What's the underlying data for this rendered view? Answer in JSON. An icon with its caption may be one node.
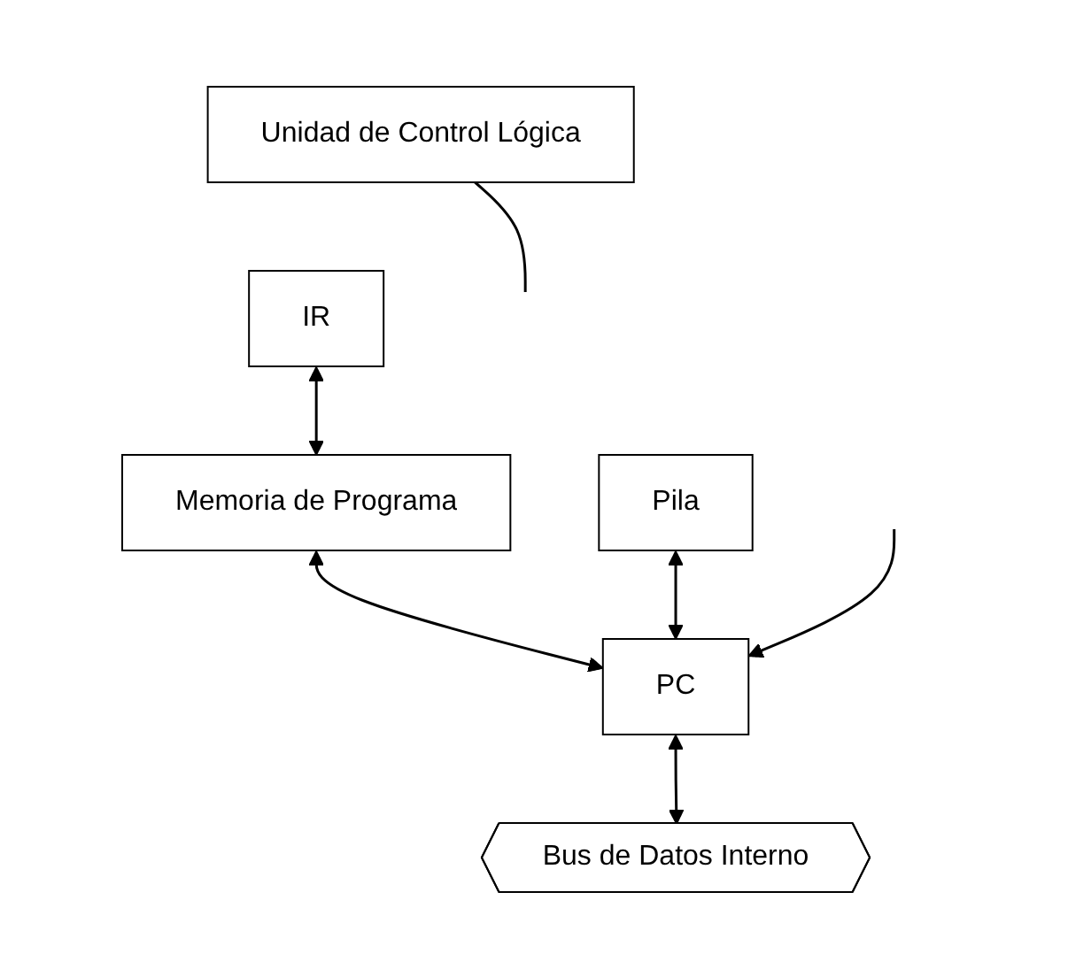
{
  "diagram": {
    "nodes": [
      {
        "text": [
          "Unidad de Control Lógica"
        ]
      },
      {
        "text": [
          "IR"
        ]
      },
      {
        "text": [
          "Memoria de Programa"
        ]
      },
      {
        "text": [
          "Pila"
        ]
      },
      {
        "text": [
          "PC"
        ]
      },
      {
        "text": [
          "Bus de Datos Interno"
        ]
      }
    ],
    "edges": [
      {
        "from": 1,
        "to": 2,
        "arrow": "both"
      },
      {
        "from": 2,
        "to": 4,
        "arrow": "both"
      },
      {
        "from": 3,
        "to": 4,
        "arrow": "both"
      },
      {
        "from": 4,
        "to": 5,
        "arrow": "both"
      },
      {
        "from": 0,
        "to": null,
        "arrow": "none"
      },
      {
        "from": null,
        "to": 4,
        "arrow": "to"
      }
    ]
  }
}
